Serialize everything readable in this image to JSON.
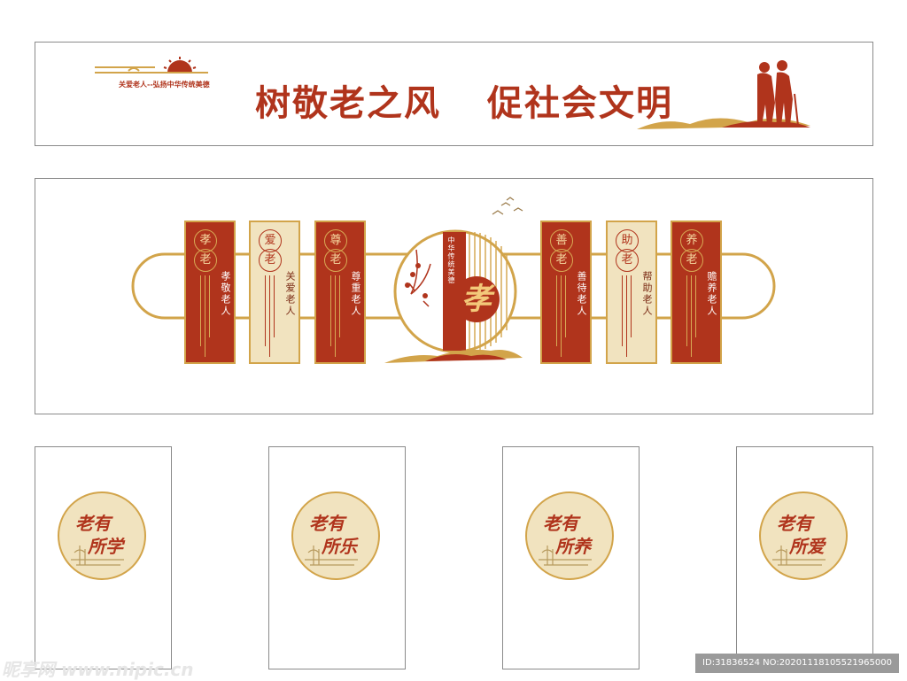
{
  "banner": {
    "logo_text": "关爱老人--弘扬中华传统美德",
    "slogan_left": "树敬老之风",
    "slogan_right": "促社会文明"
  },
  "board": {
    "columns": [
      {
        "style": "red",
        "badge1": "孝",
        "badge2": "老",
        "text": "孝敬老人"
      },
      {
        "style": "beige",
        "badge1": "爱",
        "badge2": "老",
        "text": "关爱老人"
      },
      {
        "style": "red",
        "badge1": "尊",
        "badge2": "老",
        "text": "尊重老人"
      },
      {
        "style": "red",
        "badge1": "善",
        "badge2": "老",
        "text": "善待老人"
      },
      {
        "style": "beige",
        "badge1": "助",
        "badge2": "老",
        "text": "帮助老人"
      },
      {
        "style": "red",
        "badge1": "养",
        "badge2": "老",
        "text": "赡养老人"
      }
    ],
    "center_label": "中华传统美德",
    "center_char": "孝"
  },
  "panels": [
    {
      "line1": "老有",
      "line2": "所学"
    },
    {
      "line1": "老有",
      "line2": "所乐"
    },
    {
      "line1": "老有",
      "line2": "所养"
    },
    {
      "line1": "老有",
      "line2": "所爱"
    }
  ],
  "watermark": {
    "left": "昵享网 www.nipic.cn",
    "right": "ID:31836524 NO:20201118105521965000"
  },
  "colors": {
    "red": "#b0341c",
    "gold": "#d2a44a",
    "beige": "#f1e3bf"
  }
}
